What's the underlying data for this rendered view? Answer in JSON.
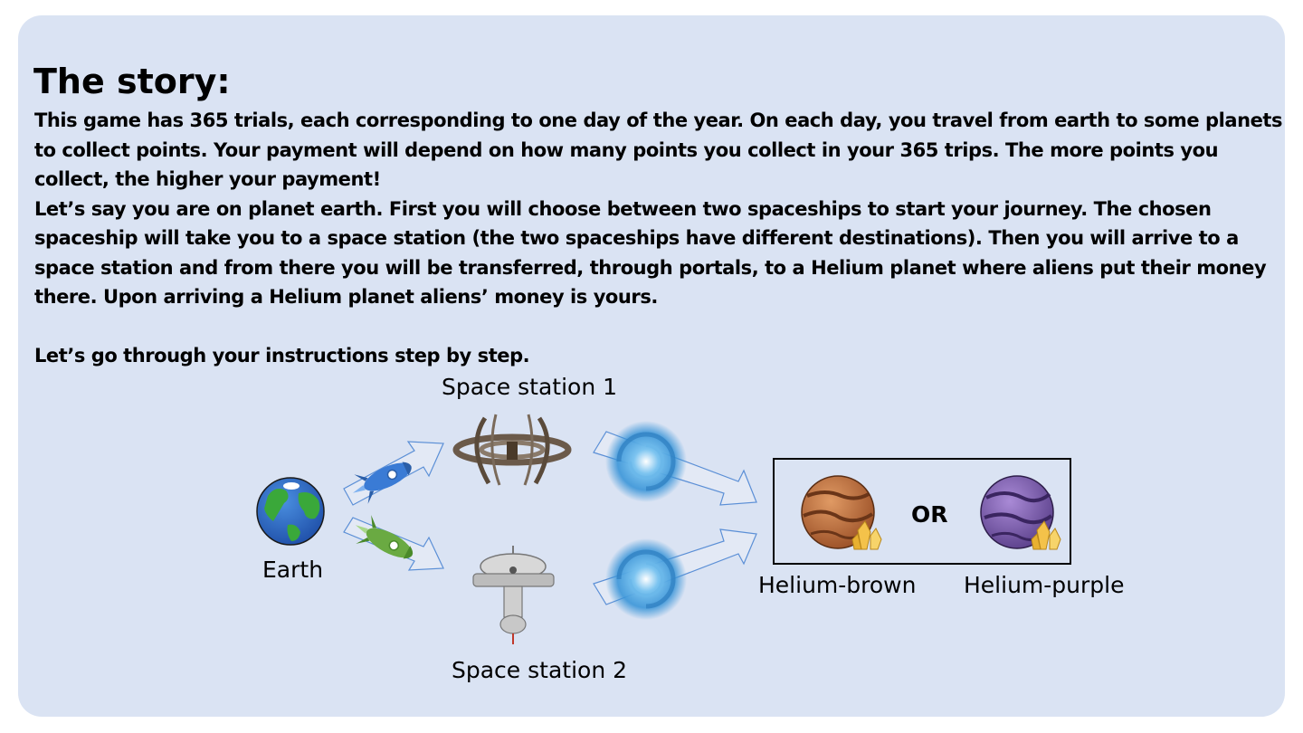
{
  "heading": "The story:",
  "paragraphs": [
    "This game has 365 trials, each corresponding to one day of the year. On each day, you travel from earth to some planets to collect points. Your payment will depend on how many points you collect in your 365 trips. The more points you collect, the higher your payment!",
    "Let’s say you are on planet earth. First you will choose between two spaceships to start your journey. The chosen spaceship will take you to a space station (the two spaceships have different destinations). Then you will arrive to a space station and from there you will be transferred, through portals, to a Helium planet where aliens put their money there. Upon arriving a Helium planet aliens’ money is yours.",
    "Let’s go through your instructions step by step."
  ],
  "diagram": {
    "earth_label": "Earth",
    "station1_label": "Space station 1",
    "station2_label": "Space station 2",
    "or_label": "OR",
    "helium_brown_label": "Helium-brown",
    "helium_purple_label": "Helium-purple"
  },
  "colors": {
    "panel_bg": "#dae3f3",
    "rocket_blue": "#3a7bd5",
    "rocket_green": "#5a9a3a",
    "portal_blue": "#4aa3df",
    "planet_brown": "#b8683a",
    "planet_purple": "#7a5aa8"
  }
}
